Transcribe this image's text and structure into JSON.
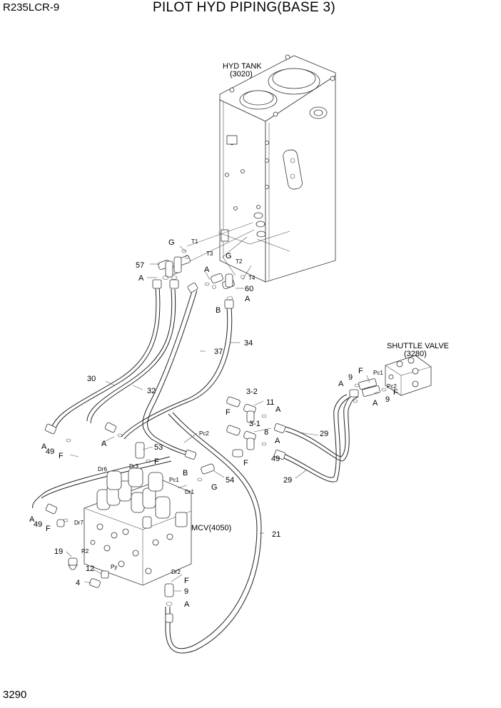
{
  "header": {
    "model": "R235LCR-9",
    "title": "PILOT HYD PIPING(BASE 3)"
  },
  "footer": {
    "page_number": "3290"
  },
  "assemblies": {
    "hyd_tank": {
      "name": "HYD TANK",
      "ref": "(3020)"
    },
    "shuttle_valve": {
      "name": "SHUTTLE VALVE",
      "ref": "(3280)"
    },
    "mcv": {
      "name": "MCV(4050)"
    }
  },
  "callouts": {
    "c57": "57",
    "c60": "60",
    "c34": "34",
    "c37": "37",
    "c30": "30",
    "c32": "32",
    "c3_2": "3-2",
    "c11": "11",
    "c3_1": "3-1",
    "c8": "8",
    "c29a": "29",
    "c29b": "29",
    "c53": "53",
    "c54": "54",
    "c21": "21",
    "c19": "19",
    "c12": "12",
    "c4": "4",
    "c9_sv_a": "9",
    "c9_sv_b": "9",
    "c9_bot": "9",
    "c49_a": "49",
    "c49_b": "49",
    "c49_c": "49"
  },
  "port_labels": {
    "t1": "T1",
    "t2": "T2",
    "t3": "T3",
    "t4": "T4",
    "pc1_sv": "Pc1",
    "pc2_sv": "Pc2",
    "pc1_mcv": "Pc1",
    "pc2_mid": "Pc2",
    "dr1": "Dr1",
    "dr2": "Dr2",
    "dr3": "Dr3",
    "dr6": "Dr6",
    "dr7": "Dr7",
    "r2": "R2",
    "py": "Py"
  },
  "letters": {
    "g1": "G",
    "g2": "G",
    "g3": "G",
    "a1": "A",
    "a2": "A",
    "a3": "A",
    "a4": "A",
    "a5": "A",
    "a6": "A",
    "a7": "A",
    "a8": "A",
    "a9": "A",
    "a10": "A",
    "a11": "A",
    "b1": "B",
    "b2": "B",
    "f1": "F",
    "f2": "F",
    "f3": "F",
    "f4": "F",
    "f5": "F",
    "f6": "F",
    "f7": "F",
    "f8": "F"
  }
}
